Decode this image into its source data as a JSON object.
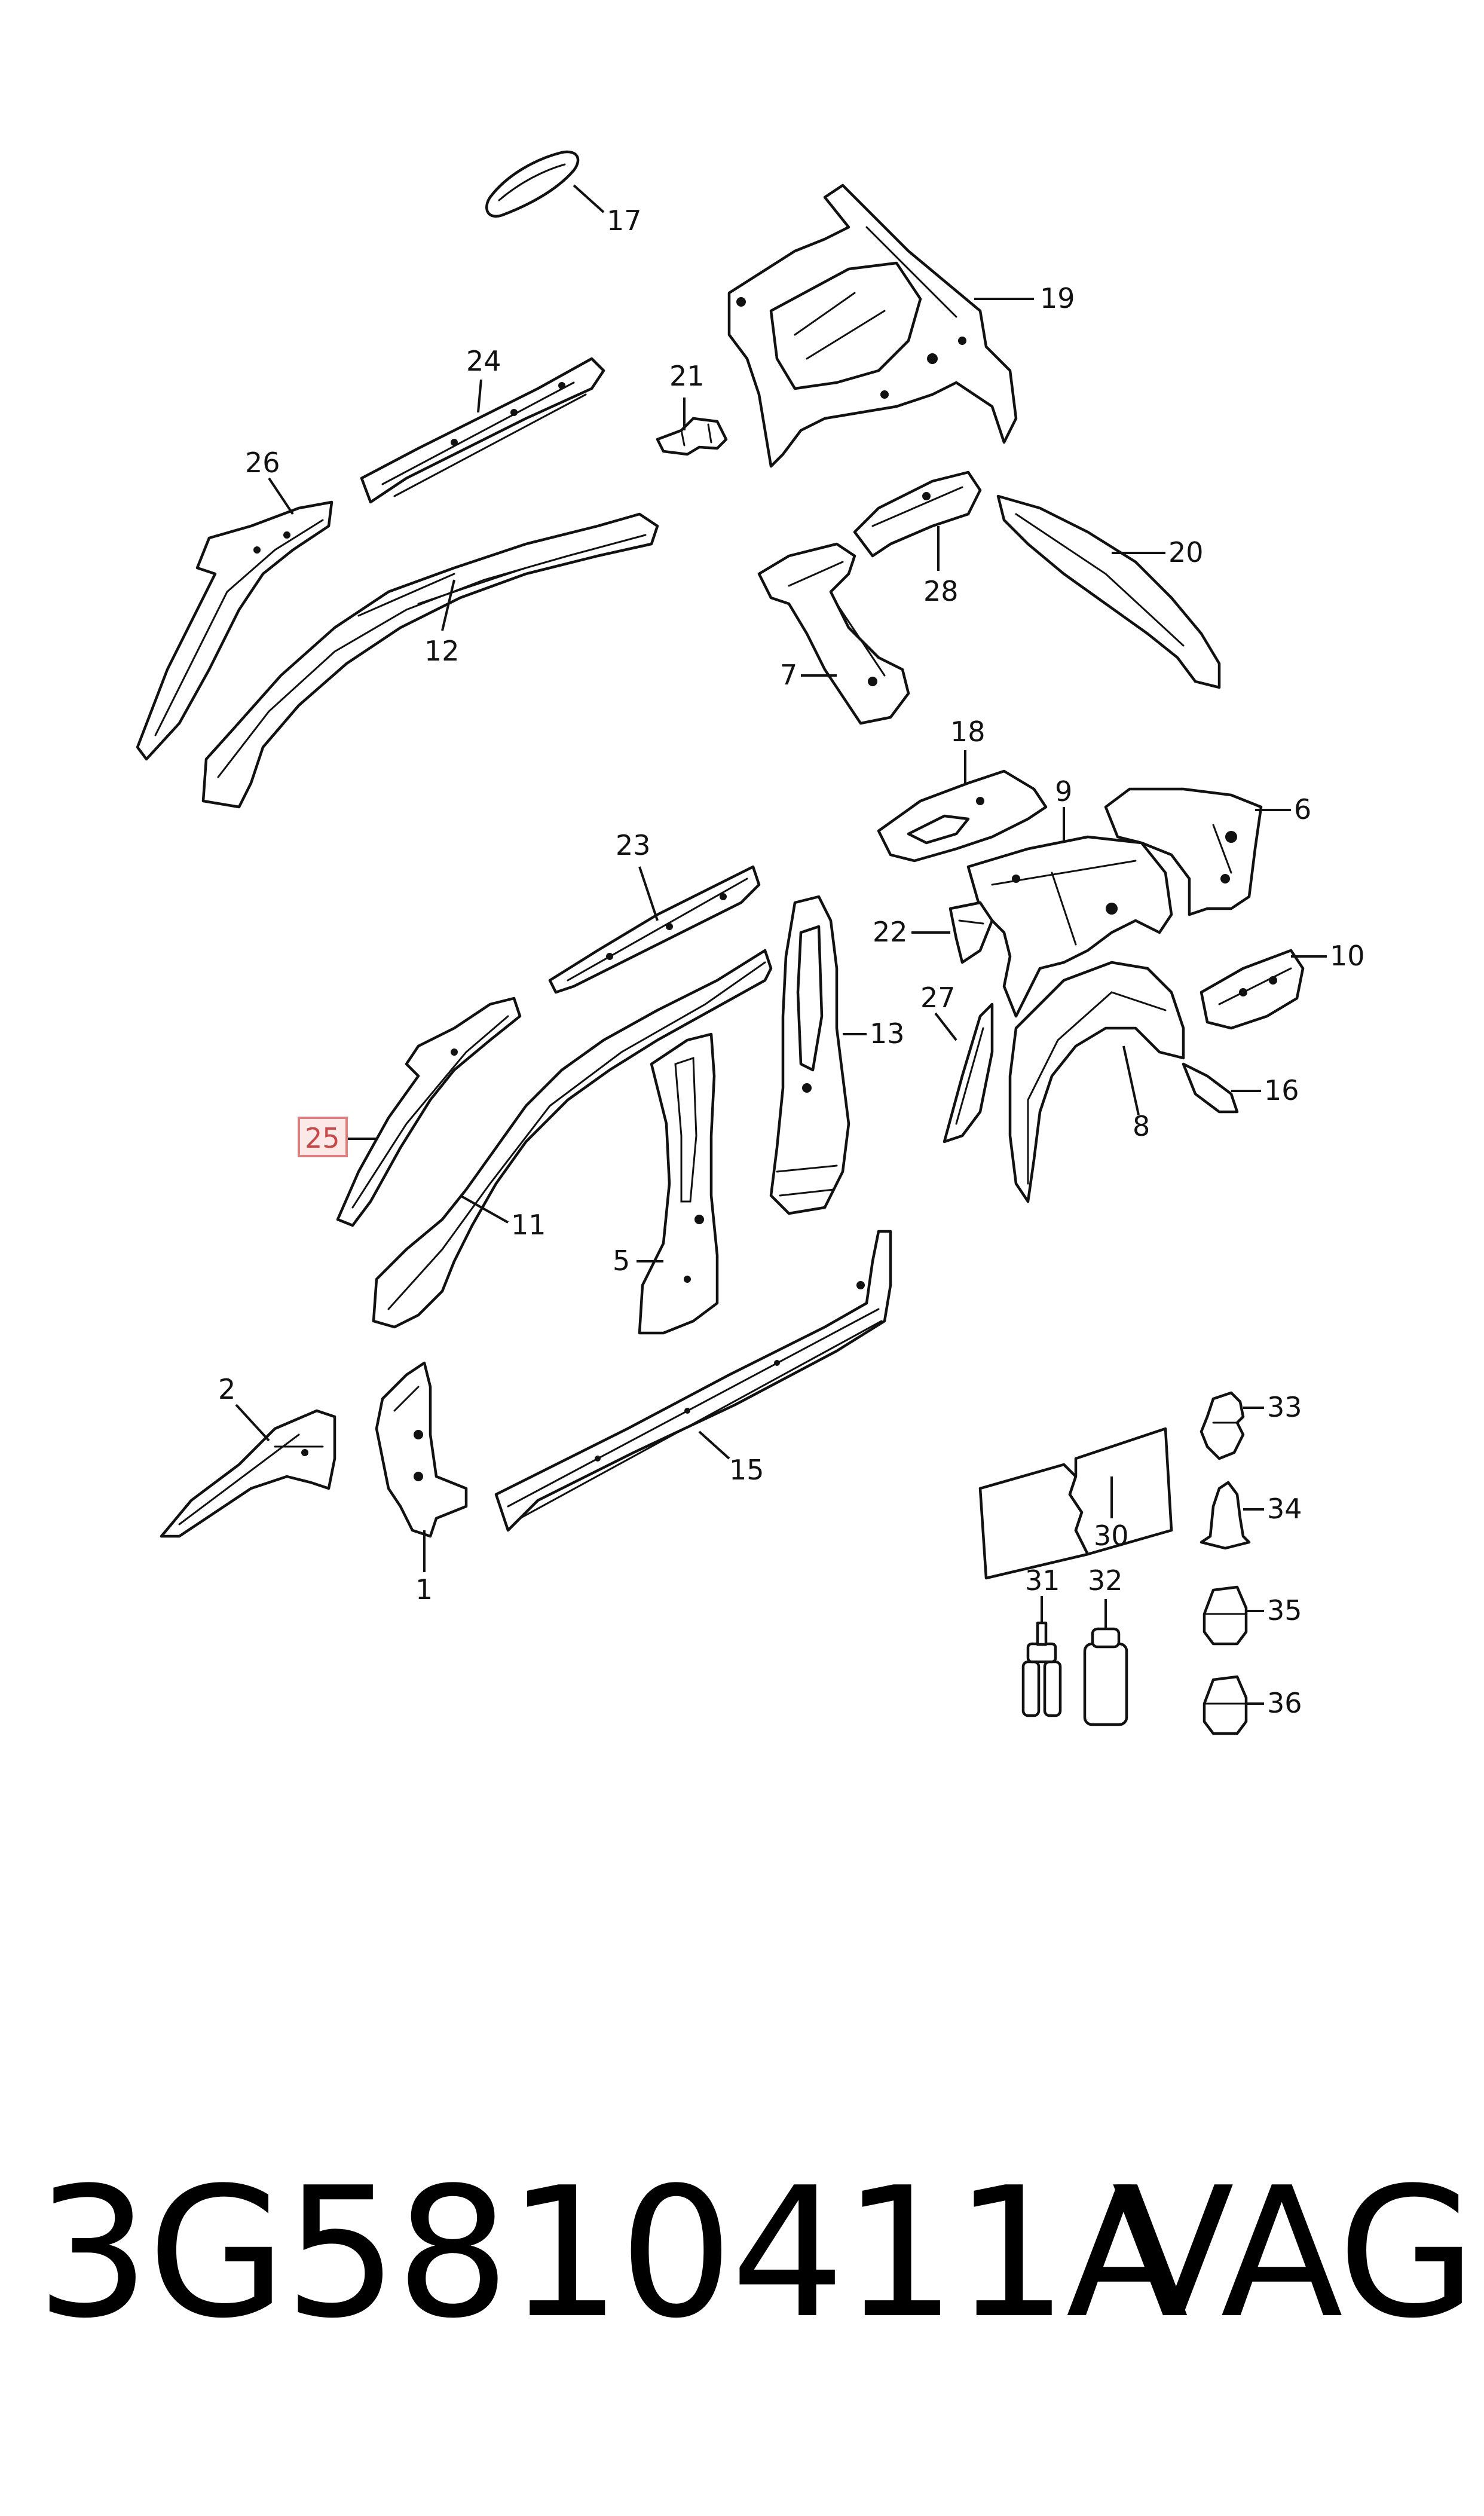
{
  "highlight_color": "#fde8e8",
  "highlight_stroke": "#d98080",
  "callouts": [
    {
      "id": "17",
      "label": "17"
    },
    {
      "id": "19",
      "label": "19"
    },
    {
      "id": "24",
      "label": "24"
    },
    {
      "id": "21",
      "label": "21"
    },
    {
      "id": "26",
      "label": "26"
    },
    {
      "id": "12",
      "label": "12"
    },
    {
      "id": "28",
      "label": "28"
    },
    {
      "id": "20",
      "label": "20"
    },
    {
      "id": "7",
      "label": "7"
    },
    {
      "id": "18",
      "label": "18"
    },
    {
      "id": "9",
      "label": "9"
    },
    {
      "id": "6",
      "label": "6"
    },
    {
      "id": "23",
      "label": "23"
    },
    {
      "id": "22",
      "label": "22"
    },
    {
      "id": "10",
      "label": "10"
    },
    {
      "id": "27",
      "label": "27"
    },
    {
      "id": "13",
      "label": "13"
    },
    {
      "id": "16",
      "label": "16"
    },
    {
      "id": "25",
      "label": "25",
      "highlighted": true
    },
    {
      "id": "8",
      "label": "8"
    },
    {
      "id": "11",
      "label": "11"
    },
    {
      "id": "5",
      "label": "5"
    },
    {
      "id": "33",
      "label": "33"
    },
    {
      "id": "2",
      "label": "2"
    },
    {
      "id": "15",
      "label": "15"
    },
    {
      "id": "34",
      "label": "34"
    },
    {
      "id": "30",
      "label": "30"
    },
    {
      "id": "1",
      "label": "1"
    },
    {
      "id": "31",
      "label": "31"
    },
    {
      "id": "32",
      "label": "32"
    },
    {
      "id": "35",
      "label": "35"
    },
    {
      "id": "36",
      "label": "36"
    }
  ],
  "footer": {
    "part_number": "3G5810411A",
    "brand": "VAG"
  }
}
